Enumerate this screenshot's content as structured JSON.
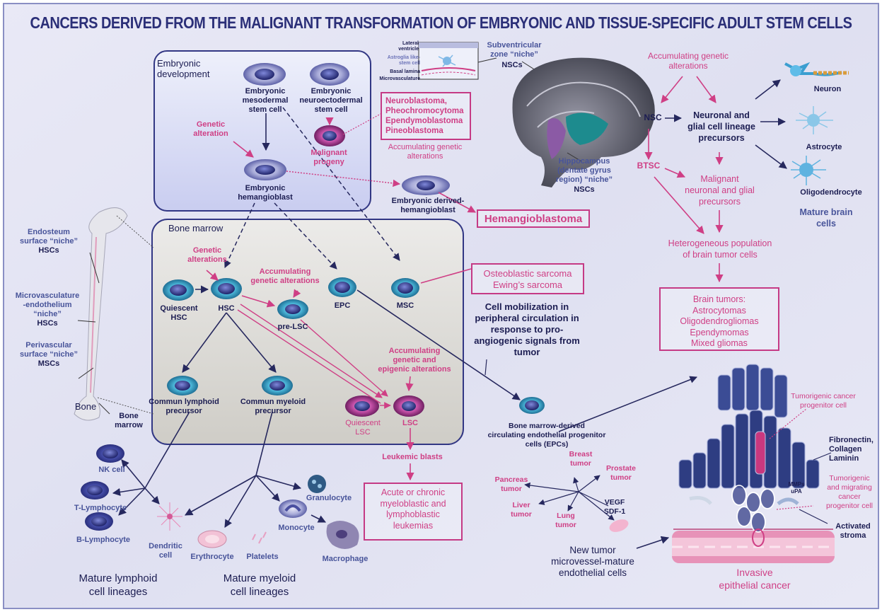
{
  "title": "CANCERS DERIVED FROM THE MALIGNANT TRANSFORMATION OF EMBRYONIC AND TISSUE-SPECIFIC ADULT STEM CELLS",
  "embryonic": {
    "panel_title": "Embryonic\ndevelopment",
    "mesodermal": "Embryonic\nmesodermal\nstem cell",
    "neuroectodermal": "Embryonic\nneuroectodermal\nstem cell",
    "genetic_alteration": "Genetic\nalteration",
    "malignant_progeny": "Malignant\nprogeny",
    "hemangioblast": "Embryonic\nhemangioblast",
    "neuro_tumors": "Neuroblastoma,\nPheochromocytoma\nEpendymoblastoma\nPineoblastoma",
    "accumulating": "Accumulating genetic\nalterations",
    "derived_hemangioblast": "Embryonic derived-\nhemangioblast",
    "hemangioblastoma": "Hemangioblastoma"
  },
  "svz": {
    "lateral_ventricle": "Lateral\nventricle",
    "astroglia": "Astroglia like-\nstem cell",
    "basal_lamina": "Basal lamina",
    "microvasculature": "Microvasculature",
    "zone": "Subventricular\nzone “niche”",
    "nscs": "NSCs"
  },
  "hippocampus": {
    "label": "Hippocampus\n(dentate gyrus\nregion) “niche”",
    "nscs": "NSCs"
  },
  "brain": {
    "accumulating": "Accumulating genetic\nalterations",
    "nsc": "NSC",
    "precursors": "Neuronal and\nglial cell lineage\nprecursors",
    "btsc": "BTSC",
    "malignant_precursors": "Malignant\nneuronal and glial\nprecursors",
    "heterogeneous": "Heterogeneous population\nof brain tumor cells",
    "tumors": "Brain tumors:\nAstrocytomas\nOligodendrogliomas\nEpendymomas\nMixed gliomas",
    "neuron": "Neuron",
    "astrocyte": "Astrocyte",
    "oligodendrocyte": "Oligodendrocyte",
    "mature": "Mature brain\ncells"
  },
  "bone_niche": {
    "endosteum": "Endosteum\nsurface “niche”",
    "endosteum_hscs": "HSCs",
    "microvasculature": "Microvasculature\n-endothelium\n“niche”",
    "microvasculature_hscs": "HSCs",
    "perivascular": "Perivascular\nsurface “niche”",
    "perivascular_mscs": "MSCs",
    "bone": "Bone",
    "bone_marrow": "Bone\nmarrow"
  },
  "marrow": {
    "panel_title": "Bone marrow",
    "genetic_alterations": "Genetic\nalterations",
    "accumulating": "Accumulating\ngenetic alterations",
    "quiescent_hsc": "Quiescent\nHSC",
    "hsc": "HSC",
    "pre_lsc": "pre-LSC",
    "epc": "EPC",
    "msc": "MSC",
    "accumulating_epigenic": "Accumulating\ngenetic and\nepigenic alterations",
    "lymphoid": "Commun lymphoid\nprecursor",
    "myeloid": "Commun myeloid\nprecursor",
    "quiescent_lsc": "Quiescent\nLSC",
    "lsc": "LSC",
    "sarcoma": "Osteoblastic sarcoma\nEwing’s sarcoma"
  },
  "mobilization": "Cell mobilization in\nperipheral circulation in\nresponse to pro-\nangiogenic signals from\ntumor",
  "epcs": "Bone marrow-derived\ncirculating endothelial progenitor\ncells (EPCs)",
  "lineages": {
    "nk": "NK cell",
    "t": "T-Lymphocyte",
    "b": "B-Lymphocyte",
    "dendritic": "Dendritic\ncell",
    "erythrocyte": "Erythrocyte",
    "platelets": "Platelets",
    "monocyte": "Monocyte",
    "granulocyte": "Granulocyte",
    "macrophage": "Macrophage",
    "lymphoid_mature": "Mature lymphoid\ncell lineages",
    "myeloid_mature": "Mature myeloid\ncell lineages",
    "leukemic_blasts": "Leukemic blasts",
    "leukemias": "Acute or chronic\nmyeloblastic and\nlymphoblastic\nleukemias"
  },
  "metastasis": {
    "breast": "Breast\ntumor",
    "prostate": "Prostate\ntumor",
    "pancreas": "Pancreas\ntumor",
    "liver": "Liver\ntumor",
    "lung": "Lung\ntumor",
    "vegf": "VEGF\nSDF-1",
    "microvessel": "New tumor\nmicrovessel-mature\nendothelial cells"
  },
  "epithelial": {
    "tumorigenic": "Tumorigenic cancer\nprogenitor cell",
    "fibronectin": "Fibronectin,\nCollagen\nLaminin",
    "migrating": "Tumorigenic\nand migrating\ncancer\nprogenitor cell",
    "mmps": "MMPs\nuPA",
    "stroma": "Activated\nstroma",
    "invasive": "Invasive\nepithelial cancer"
  },
  "colors": {
    "pink": "#cf3f85",
    "navy": "#1c1d52",
    "panel_blue": "#3a3f8a",
    "background": "#e4e4f3"
  }
}
